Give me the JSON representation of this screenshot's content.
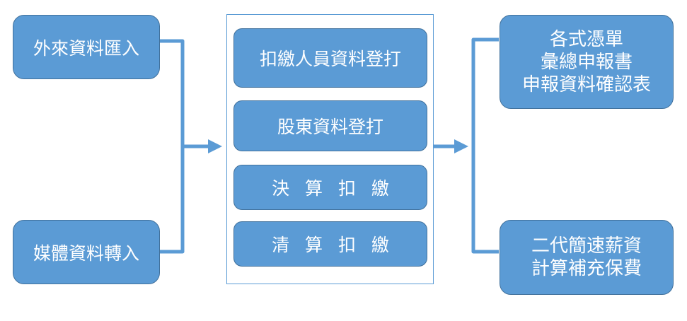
{
  "inputs": [
    {
      "label": "外來資料匯入"
    },
    {
      "label": "媒體資料轉入"
    }
  ],
  "process": [
    {
      "label": "扣繳人員資料登打"
    },
    {
      "label": "股東資料登打"
    },
    {
      "label": "決 算 扣 繳"
    },
    {
      "label": "清 算 扣 繳"
    }
  ],
  "outputs": [
    {
      "lines": [
        "各式憑單",
        "彙總申報書",
        "申報資料確認表"
      ]
    },
    {
      "lines": [
        "二代簡速薪資",
        "計算補充保費"
      ]
    }
  ],
  "colors": {
    "box_fill": "#5b9bd5",
    "box_border": "#41719c",
    "connector": "#5b9bd5",
    "text": "#ffffff"
  }
}
